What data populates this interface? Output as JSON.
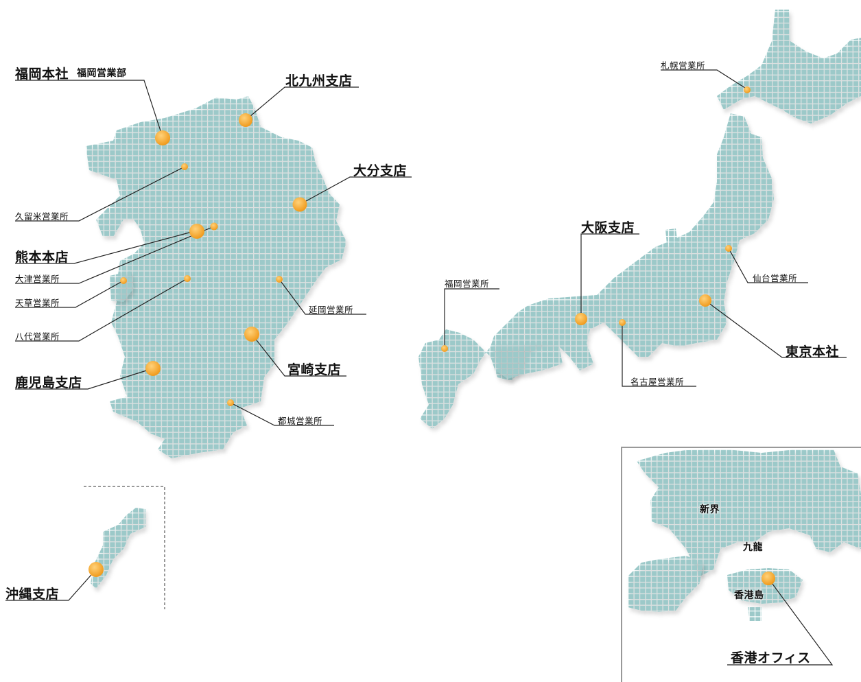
{
  "offices": {
    "kyushu": {
      "fukuoka_hq": "福岡本社",
      "fukuoka_sales": "福岡営業部",
      "kitakyushu": "北九州支店",
      "oita": "大分支店",
      "kurume": "久留米営業所",
      "kumamoto": "熊本本店",
      "ozu": "大津営業所",
      "amakusa": "天草営業所",
      "nobeoka": "延岡営業所",
      "yatsushiro": "八代営業所",
      "miyazaki": "宮崎支店",
      "kagoshima": "鹿児島支店",
      "miyakonojo": "都城営業所",
      "okinawa": "沖縄支店"
    },
    "japan": {
      "sapporo": "札幌営業所",
      "osaka": "大阪支店",
      "fukuoka": "福岡営業所",
      "sendai": "仙台営業所",
      "tokyo": "東京本社",
      "nagoya": "名古屋営業所"
    },
    "hongkong": {
      "new_territories": "新界",
      "kowloon": "九龍",
      "hk_island": "香港島",
      "hk_office": "香港オフィス"
    }
  },
  "colors": {
    "land": "#9cc9c9",
    "marker": "#f5a623",
    "line": "#222222"
  }
}
